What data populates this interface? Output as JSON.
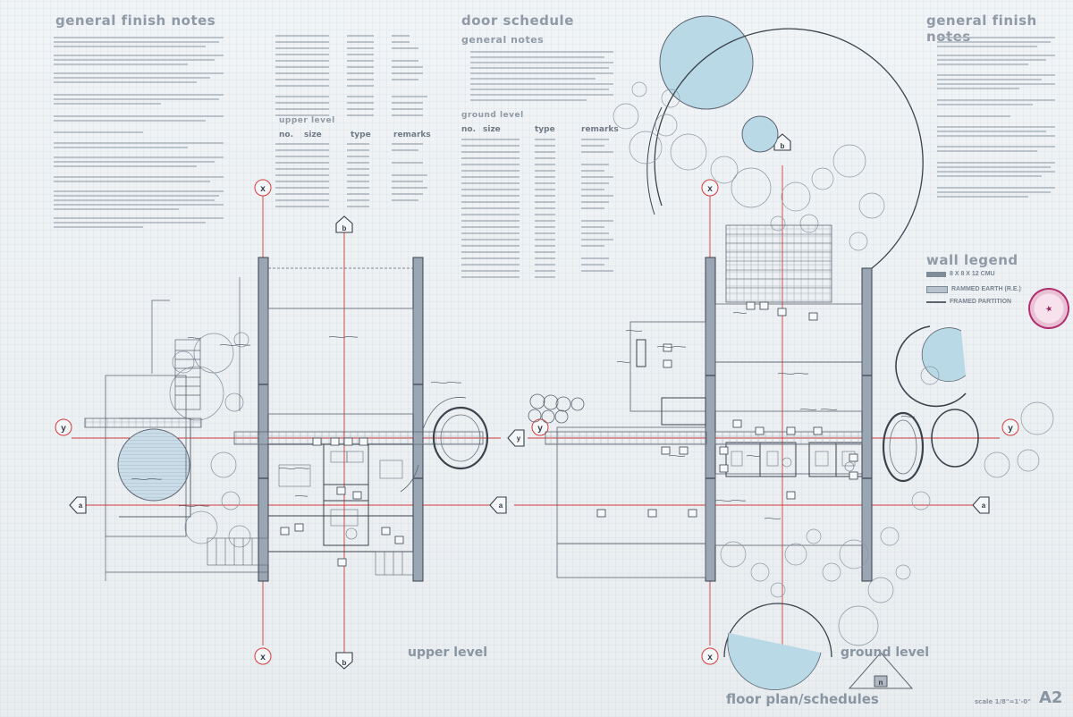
{
  "headings": {
    "finish_notes_left": "general finish notes",
    "door_schedule": "door schedule",
    "general_notes": "general notes",
    "upper_level_sched": "upper level",
    "ground_level_sched": "ground level",
    "finish_notes_right": "general finish notes",
    "wall_legend": "wall legend"
  },
  "schedule_columns": [
    "no.",
    "size",
    "type",
    "remarks"
  ],
  "legend_items": [
    "8 X 8 X 12 CMU",
    "RAMMED EARTH (R.E.)",
    "FRAMED PARTITION"
  ],
  "plan_labels": {
    "upper": "upper level",
    "ground": "ground level"
  },
  "title_block": {
    "title": "floor plan/schedules",
    "scale": "scale 1/8\"=1'-0\"",
    "sheet": "A2",
    "north": "n"
  },
  "grid_tags": [
    "x",
    "y",
    "a",
    "b"
  ],
  "colors": {
    "paper": "#eef1f3",
    "line": "#5c6470",
    "water_blue": "#b9d9e6",
    "wall_fill": "#9aa6b4",
    "grid_red": "#d23a3a",
    "stamp": "#b0306f"
  }
}
